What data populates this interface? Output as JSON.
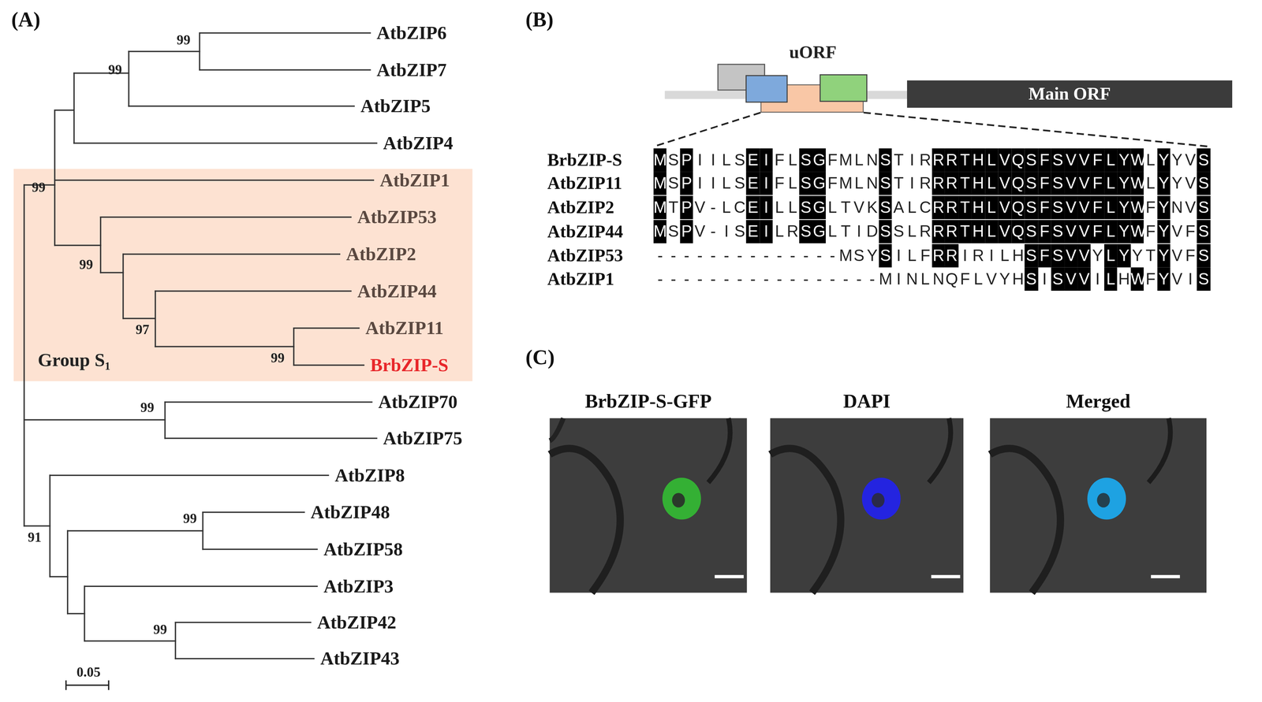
{
  "diagram": {
    "nodes": [
      {
        "text": [
          "Group S₁"
        ]
      },
      {
        "text": [
          "uORF"
        ]
      },
      {
        "text": [
          "Main ORF"
        ]
      },
      {
        "text": [
          "BrbZIP-S-GFP"
        ]
      },
      {
        "text": [
          "DAPI"
        ]
      },
      {
        "text": [
          "Merged"
        ]
      }
    ],
    "labels": [
      "(A)",
      "(B)",
      "(C)",
      "AtbZIP6",
      "AtbZIP7",
      "AtbZIP5",
      "AtbZIP4",
      "AtbZIP1",
      "AtbZIP53",
      "AtbZIP2",
      "AtbZIP44",
      "AtbZIP11",
      "BrbZIP-S",
      "AtbZIP70",
      "AtbZIP75",
      "AtbZIP8",
      "AtbZIP48",
      "AtbZIP58",
      "AtbZIP3",
      "AtbZIP42",
      "AtbZIP43",
      "99",
      "99",
      "99",
      "99",
      "97",
      "99",
      "99",
      "99",
      "91",
      "99",
      "0.05",
      "BrbZIP-S",
      "AtbZIP11",
      "AtbZIP2",
      "AtbZIP44",
      "AtbZIP53",
      "AtbZIP1",
      "MSPIILSEIFLSGFMLNSTIRRRTHLVQSFSVVFLYWLYYVS",
      "MSPIILSEIFLSGFMLNSTIRRRTHLVQSFSVVFLYWLYYVS",
      "MTPV-LCEILLSGLTVKSALCRRTHLVQSFSVVFLYWFYNVS",
      "MSPV-ISEILRSGLTIDSSLRRRTHLVQSFSVVFLYWFYVFS",
      "--------------MSYSILFRRIRILHSFSVVYLYYTYVFS",
      "-----------------MINLNQFLVYHSISVVILHWFYVIS"
    ]
  }
}
